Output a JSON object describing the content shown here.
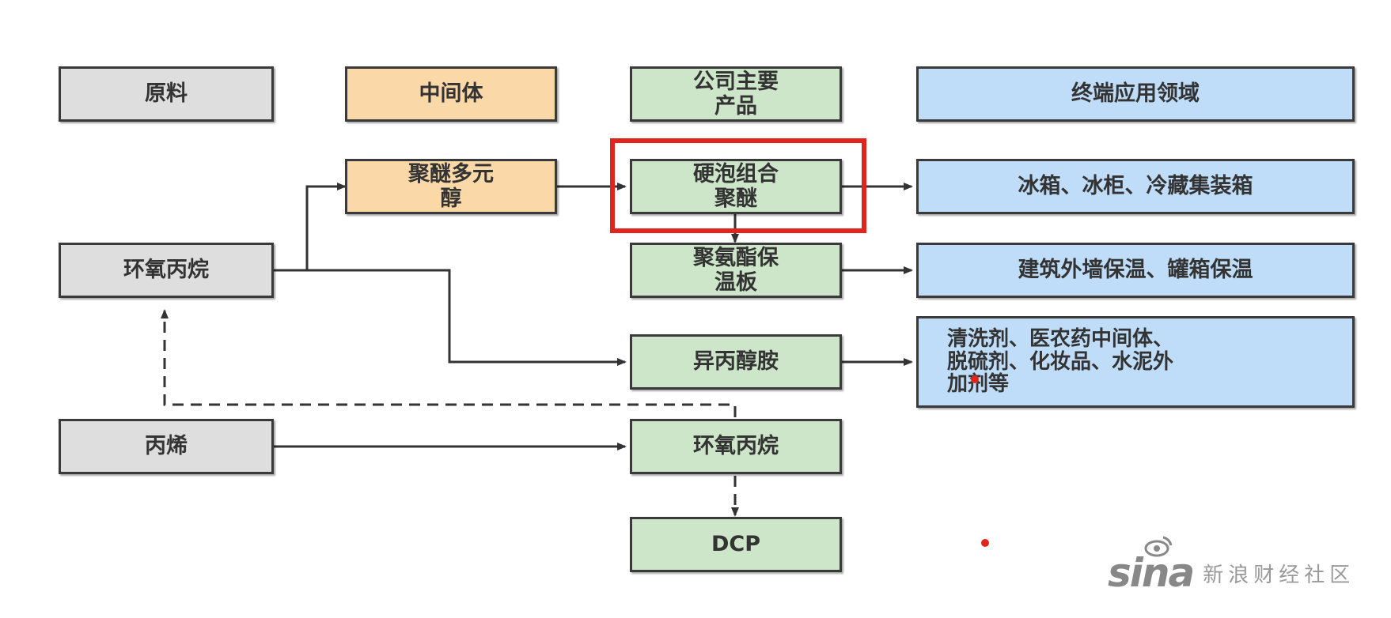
{
  "headers": {
    "raw": "原料",
    "intermediate": "中间体",
    "products": "公司主要\n产品",
    "applications": "终端应用领域"
  },
  "nodes": {
    "propylene_oxide_raw": "环氧丙烷",
    "propylene": "丙烯",
    "polyether_polyol": "聚醚多元\n醇",
    "rigid_foam_polyether": "硬泡组合\n聚醚",
    "pu_insulation_board": "聚氨酯保\n温板",
    "isopropanolamine": "异丙醇胺",
    "propylene_oxide_product": "环氧丙烷",
    "dcp": "DCP"
  },
  "applications": {
    "refrigeration": "冰箱、冰柜、冷藏集装箱",
    "building": "建筑外墙保温、罐箱保温",
    "chemicals": "清洗剂、医农药中间体、\n脱硫剂、化妆品、水泥外\n加剂等"
  },
  "watermark": {
    "brand": "sina",
    "text": "新浪财经社区"
  },
  "colors": {
    "highlight": "#e0261c",
    "raw": "#dedede",
    "intermediate": "#fbd8a8",
    "product": "#cde6c9",
    "application": "#bfdcf8"
  }
}
